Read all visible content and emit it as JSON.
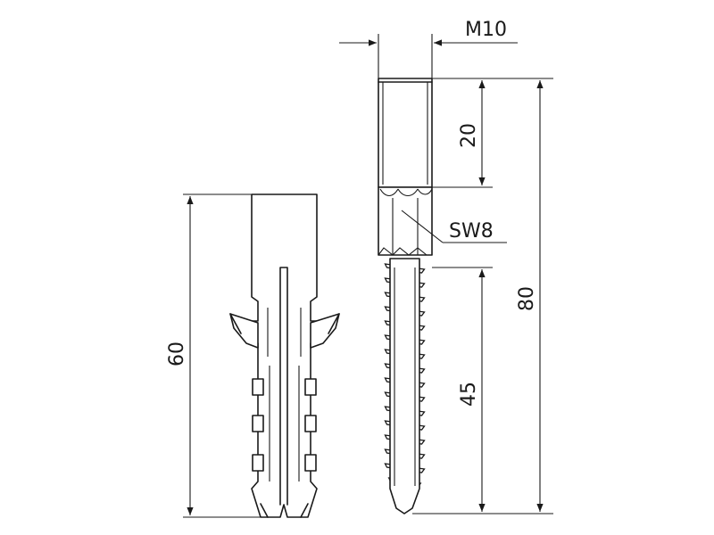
{
  "drawing": {
    "labels": {
      "thread_size": "M10",
      "thread_length": "20",
      "wrench_size": "SW8",
      "total_length": "80",
      "screw_length": "45",
      "dowel_length": "60"
    },
    "parts": [
      "dowel",
      "screw"
    ]
  }
}
